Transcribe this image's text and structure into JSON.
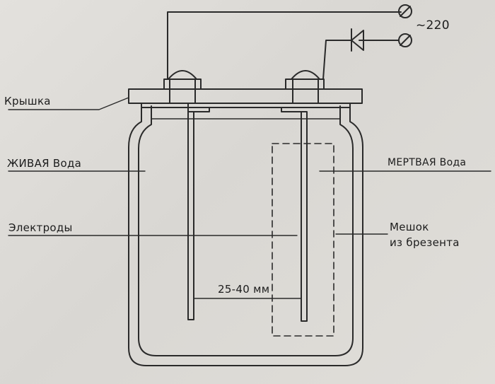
{
  "labels": {
    "lid": "Крышка",
    "living_water": "ЖИВАЯ Вода",
    "dead_water": "МЕРТВАЯ Вода",
    "electrodes": "Электроды",
    "bag_line1": "Мешок",
    "bag_line2": "из брезента",
    "voltage": "~220",
    "gap": "25-40 мм"
  },
  "icons": [
    "terminal-icon",
    "diode-icon"
  ],
  "colors": {
    "ink": "#2a2a2a",
    "paper": "#dcdad6"
  }
}
